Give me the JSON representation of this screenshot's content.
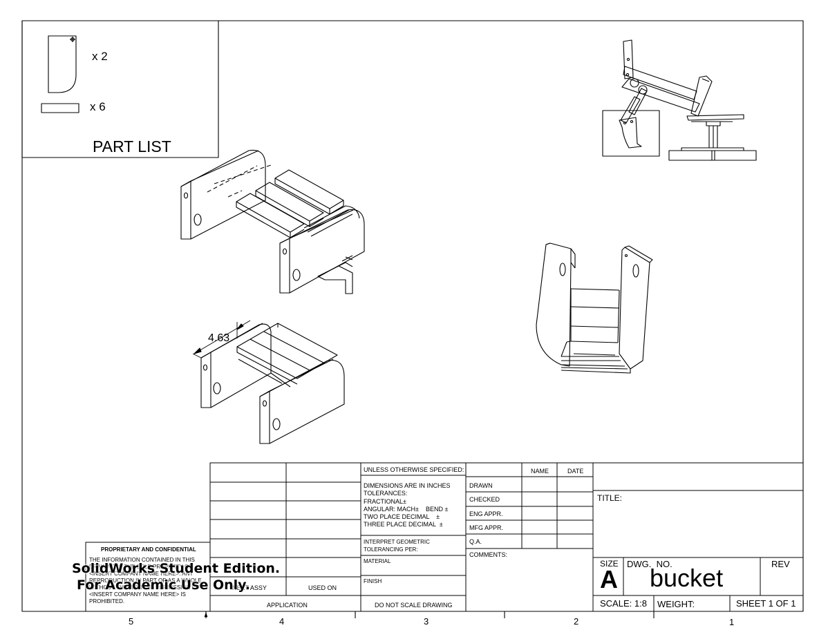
{
  "part_list": {
    "title": "PART LIST",
    "items": [
      {
        "icon": "side-plate-part-icon",
        "qty": "x 2"
      },
      {
        "icon": "slat-part-icon",
        "qty": "x 6"
      }
    ]
  },
  "dimension_label": "4.63",
  "border": {
    "zones": [
      "5",
      "4",
      "3",
      "2",
      "1"
    ]
  },
  "title_block": {
    "proprietary": {
      "heading": "PROPRIETARY AND CONFIDENTIAL",
      "lines": [
        "THE INFORMATION CONTAINED IN THIS",
        "DRAWING IS THE SOLE PROPERTY OF",
        "<INSERT COMPANY NAME HERE>. ANY",
        "REPRODUCTION IN PART OR AS A WHOLE",
        "WITHOUT THE WRITTEN PERMISSION OF",
        "<INSERT COMPANY NAME HERE> IS",
        "PROHIBITED."
      ]
    },
    "next_assy": "NEXT ASSY",
    "used_on": "USED ON",
    "application": "APPLICATION",
    "spec_header": "UNLESS OTHERWISE SPECIFIED:",
    "spec_lines": [
      "DIMENSIONS ARE IN INCHES",
      "TOLERANCES:",
      "FRACTIONAL±",
      "ANGULAR: MACH±    BEND ±",
      "TWO PLACE DECIMAL    ±",
      "THREE PLACE DECIMAL  ±"
    ],
    "interpret": [
      "INTERPRET GEOMETRIC",
      "TOLERANCING PER:"
    ],
    "material": "MATERIAL",
    "finish": "FINISH",
    "do_not_scale": "DO NOT SCALE DRAWING",
    "name_col": "NAME",
    "date_col": "DATE",
    "roles": [
      "DRAWN",
      "CHECKED",
      "ENG APPR.",
      "MFG APPR.",
      "Q.A."
    ],
    "comments": "COMMENTS:",
    "title_label": "TITLE:",
    "size_label": "SIZE",
    "size_value": "A",
    "dwg_no_label": "DWG.  NO.",
    "dwg_no_value": "bucket",
    "rev_label": "REV",
    "scale": "SCALE: 1:8",
    "weight": "WEIGHT:",
    "sheet": "SHEET 1 OF 1"
  },
  "watermark": {
    "line1": "SolidWorks Student Edition.",
    "line2": "For Academic Use Only."
  }
}
